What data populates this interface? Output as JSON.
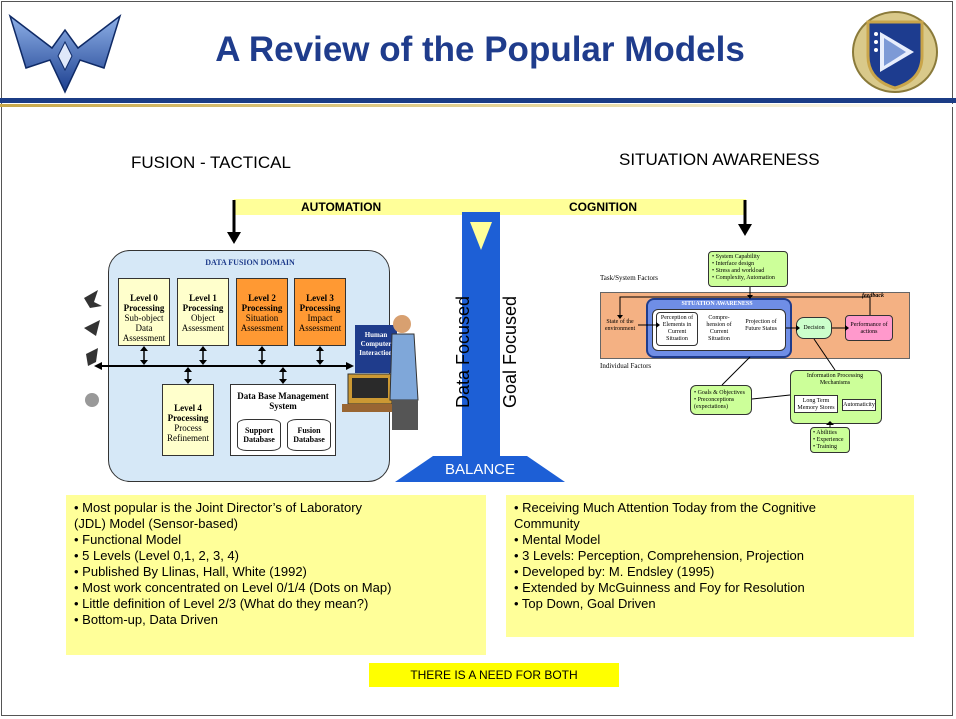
{
  "header": {
    "title": "A Review of the Popular Models"
  },
  "left_heading": "FUSION - TACTICAL",
  "right_heading": "SITUATION AWARENESS",
  "automation_label": "AUTOMATION",
  "cognition_label": "COGNITION",
  "data_focused": "Data Focused",
  "goal_focused": "Goal Focused",
  "balance_label": "BALANCE",
  "jdl": {
    "domain_title": "DATA FUSION DOMAIN",
    "level0": {
      "title": "Level 0 Processing",
      "body": "Sub-object Data Assessment"
    },
    "level1": {
      "title": "Level 1 Processing",
      "body": "Object Assessment"
    },
    "level2": {
      "title": "Level 2 Processing",
      "body": "Situation Assessment"
    },
    "level3": {
      "title": "Level 3 Processing",
      "body": "Impact Assessment"
    },
    "level4": {
      "title": "Level 4 Processing",
      "body": "Process Refinement"
    },
    "dbms": {
      "title": "Data Base Management System",
      "support": "Support Database",
      "fusion": "Fusion Database"
    },
    "hci": "Human Computer Interaction"
  },
  "sa_model": {
    "system_factors": "• System Capability\n• Interface design\n• Stress and workload\n• Complexity, Automation",
    "task_system_factors": "Task/System Factors",
    "feedback": "feedback",
    "state_env": "State of the environment",
    "sa_title": "SITUATION AWARENESS",
    "perception": "Perception of Elements in Current Situation",
    "comprehension": "Compre-hension of Current Situation",
    "projection": "Projection of Future Status",
    "decision": "Decision",
    "performance": "Performance of actions",
    "individual_factors": "Individual Factors",
    "goals": "• Goals & Objectives\n• Preconceptions (expectations)",
    "info_proc": "Information Processing Mechanisms",
    "ltm": "Long Term Memory Stores",
    "automaticity": "Automaticity",
    "abilities": "• Abilities\n• Experience\n• Training"
  },
  "left_notes": [
    "• Most popular is the Joint Director’s of  Laboratory",
    "(JDL) Model (Sensor-based)",
    "• Functional Model",
    "• 5 Levels (Level 0,1, 2, 3, 4)",
    "• Published By Llinas, Hall, White (1992)",
    "• Most work concentrated on Level 0/1/4 (Dots on Map)",
    "• Little definition of Level 2/3 (What do they mean?)",
    "• Bottom-up, Data Driven"
  ],
  "right_notes": [
    "• Receiving Much Attention Today from the Cognitive",
    "Community",
    "• Mental Model",
    "• 3 Levels:   Perception, Comprehension, Projection",
    "• Developed by: M. Endsley (1995)",
    "• Extended by McGuinness and Foy for Resolution",
    "• Top Down,  Goal Driven"
  ],
  "footer_note": "THERE IS A NEED FOR BOTH",
  "colors": {
    "title_blue": "#1f3c8c",
    "highlight_yellow": "#ffff99",
    "pillar_blue": "#1d5fd6",
    "level_orange": "#ff9933"
  },
  "icons": [
    "air-force-wings-logo",
    "afrl-shield-logo"
  ]
}
